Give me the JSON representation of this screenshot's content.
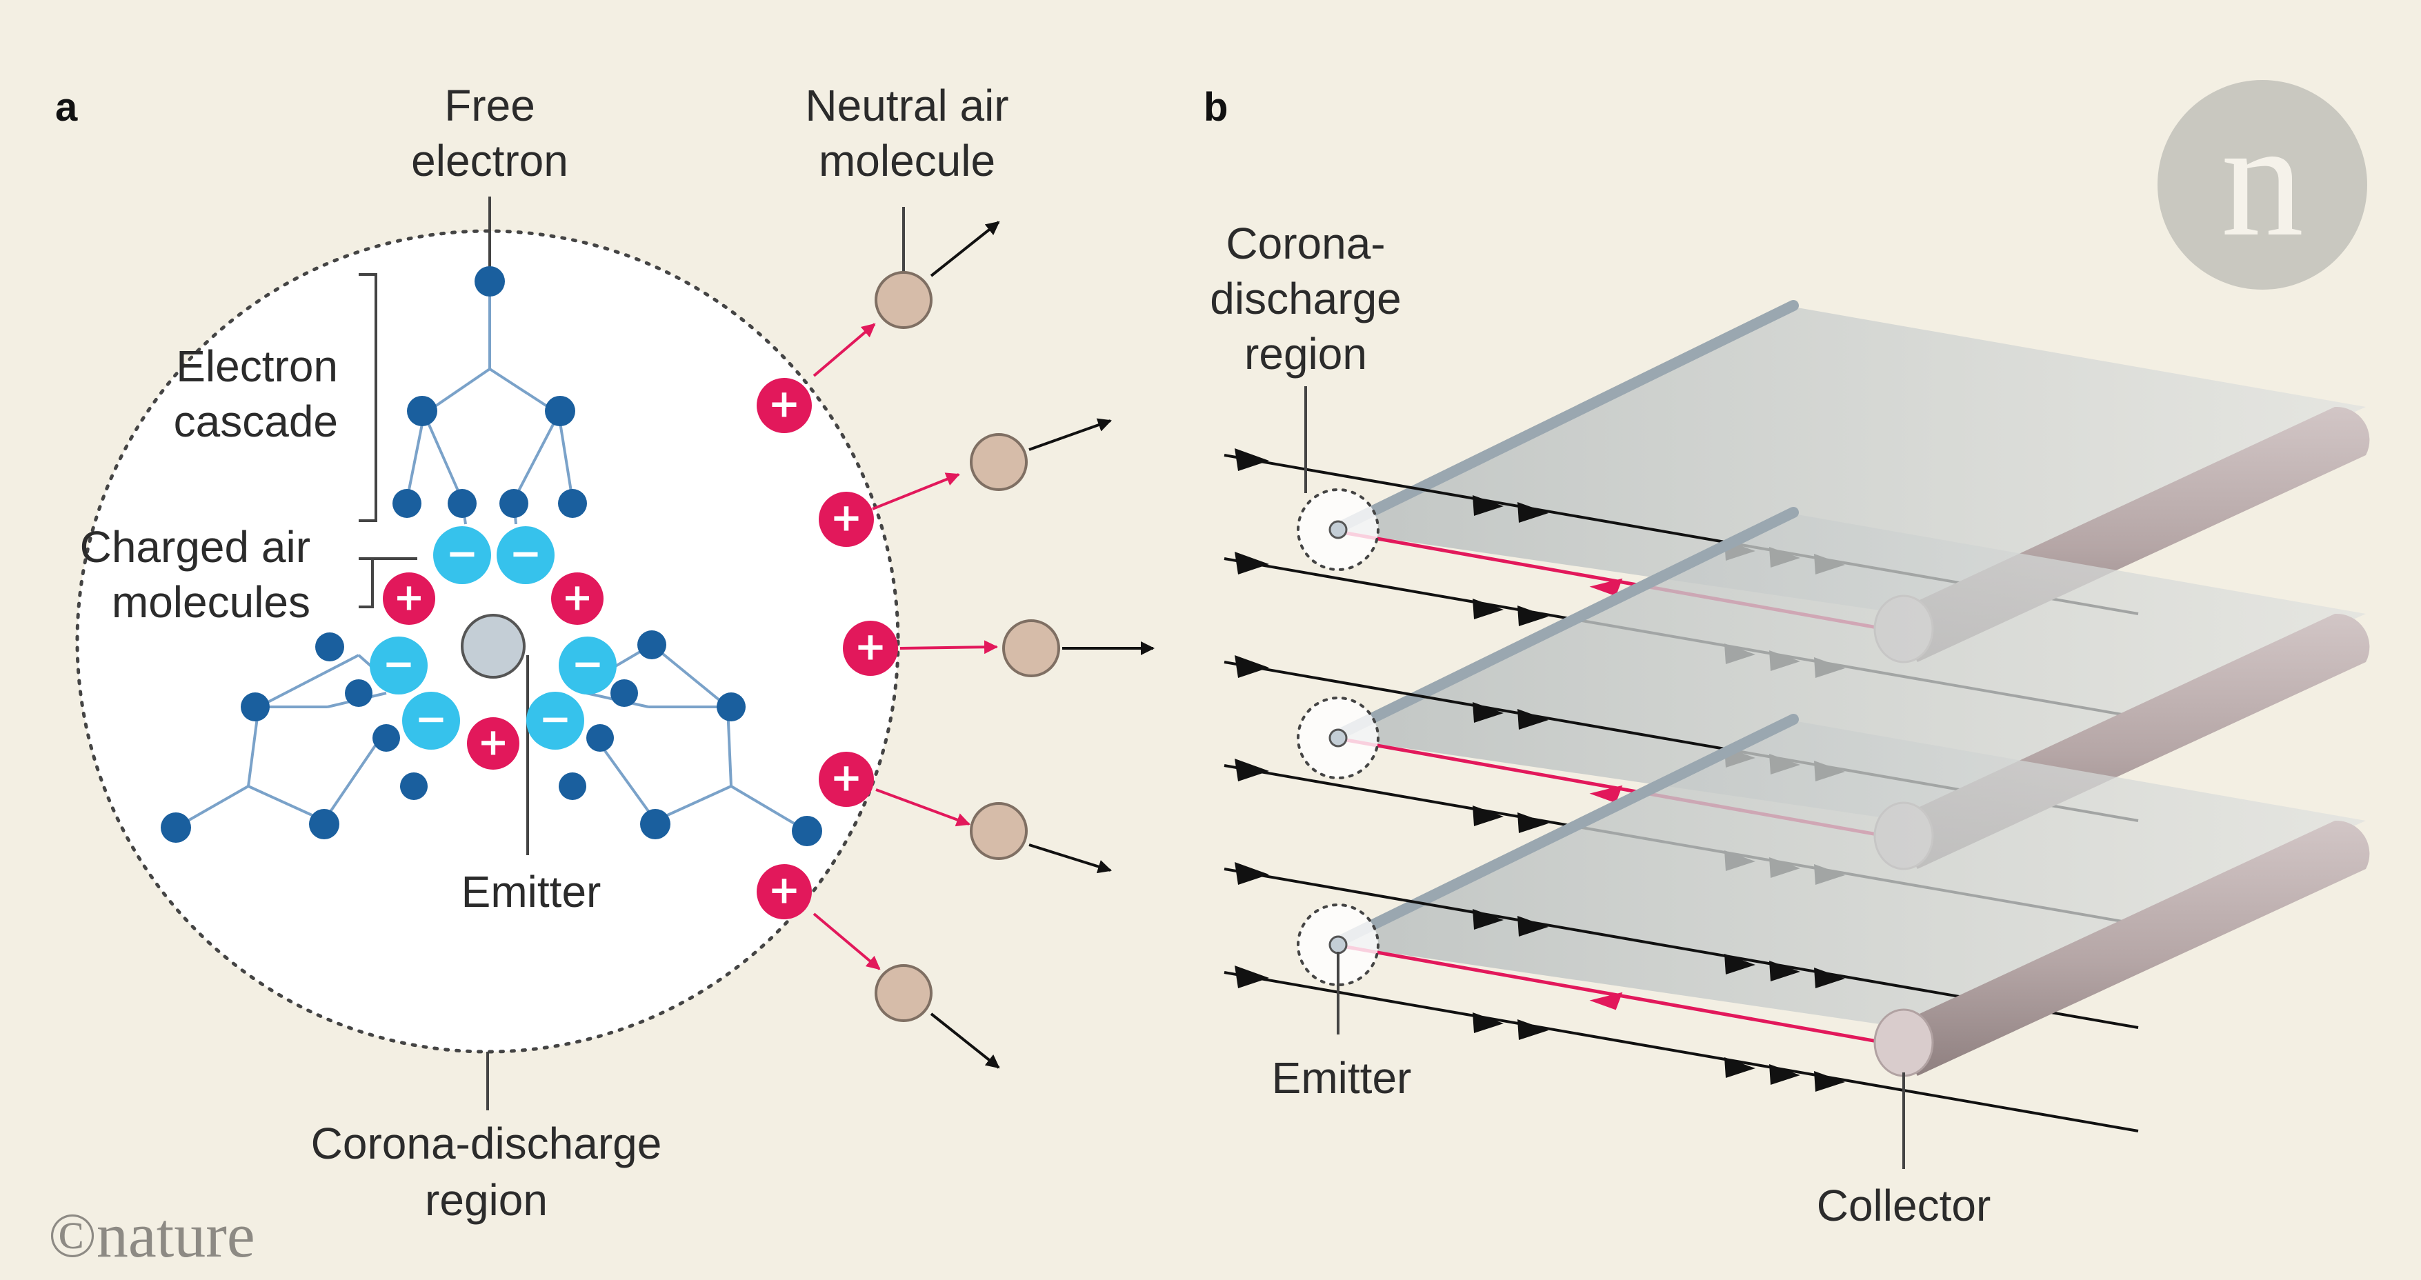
{
  "panel_a": {
    "letter": "a",
    "labels": {
      "free_electron": [
        "Free",
        "electron"
      ],
      "neutral_air_molecule": [
        "Neutral air",
        "molecule"
      ],
      "electron_cascade": [
        "Electron",
        "cascade"
      ],
      "charged_air_molecules": [
        "Charged air",
        "molecules"
      ],
      "emitter": "Emitter",
      "corona_discharge_region": [
        "Corona-discharge",
        "region"
      ]
    },
    "charge_signs": {
      "positive": "+",
      "negative": "−"
    }
  },
  "panel_b": {
    "letter": "b",
    "labels": {
      "corona_discharge_region": [
        "Corona-",
        "discharge",
        "region"
      ],
      "emitter": "Emitter",
      "collector": "Collector"
    }
  },
  "branding": {
    "copyright": "©nature",
    "logo_letter": "n"
  },
  "colors": {
    "background": "#f3efe3",
    "electron": "#1a5f9e",
    "negative_ion": "#36c2ec",
    "positive_ion": "#e2185b",
    "neutral_molecule": "#d6bca9",
    "field_line": "#e2185b",
    "plate": "#c9cdcd",
    "collector": "#bcaeae",
    "emitter": "#c4ced6"
  }
}
